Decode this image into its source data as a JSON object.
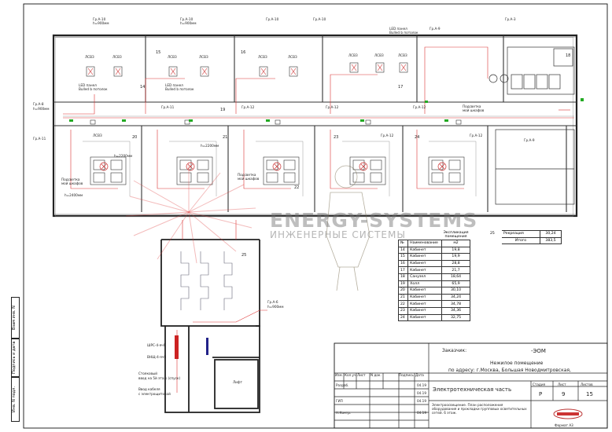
{
  "rooms": [
    "14",
    "15",
    "16",
    "17",
    "18",
    "19",
    "20",
    "21",
    "22",
    "23",
    "24",
    "25"
  ],
  "group_labels": [
    "Гр.А-10",
    "Гр.А-10",
    "Гр.А-10",
    "Гр.А-10",
    "Гр.А-9",
    "Гр.А-3",
    "Гр.А-8",
    "Гр.А-11",
    "Гр.А-11",
    "Гр.А-12",
    "Гр.А-12",
    "Гр.А-12",
    "Гр.А-12",
    "Гр.А-12",
    "Гр.А-9",
    "Гр.А-6"
  ],
  "height_labels": [
    "h=900мм",
    "h=2200мм",
    "h=2400мм",
    "h=2200мм"
  ],
  "fixture_labels": [
    "ЛСВЗ",
    "ЛСВЗ",
    "ЛСВЗ",
    "ЛСВЗ",
    "ЛСВЗ",
    "ЛСВЗ",
    "ЛСВЗ",
    "ЛСВЗ",
    "ЛСВЗ",
    "ЛСВЗ"
  ],
  "led_notes": [
    "LED панел",
    "Bulled b потолок",
    "LED панел",
    "Bulled b потолок",
    "LED панел",
    "Bulled b потолок"
  ],
  "cabinet_notes": [
    "Подсветка",
    "мой шкафов",
    "Подсветка",
    "мой шкафов",
    "Подсветка",
    "мой шкафов"
  ],
  "legend": {
    "shr": "ШРС-4-ячЯ",
    "vnsh": "ВНЩ-4-ячЯ",
    "riser_note": "Стояковый",
    "riser_note2": "ввод на 5й этаж (спуск)",
    "cable_note": "Ввод кабеля",
    "cable_note2": "с электрощитовой",
    "lift": "Лифт"
  },
  "watermark": {
    "line1": "ENERGY-SYSTEMS",
    "line2": "ИНЖЕНЕРНЫЕ СИСТЕМЫ"
  },
  "explication": {
    "title_line1": "Экспликация",
    "title_line2": "помещения",
    "headers": [
      "№",
      "Наименование",
      "м2"
    ],
    "rows": [
      [
        "14",
        "Кабинет",
        "19,8"
      ],
      [
        "15",
        "Кабинет",
        "19,9"
      ],
      [
        "16",
        "Кабинет",
        "28,8"
      ],
      [
        "17",
        "Кабинет",
        "21,7"
      ],
      [
        "18",
        "Санузел",
        "18,64"
      ],
      [
        "19",
        "Холл",
        "65,9"
      ],
      [
        "20",
        "Кабинет",
        "30,10"
      ],
      [
        "21",
        "Кабинет",
        "34,24"
      ],
      [
        "22",
        "Кабинет",
        "34,78"
      ],
      [
        "23",
        "Кабинет",
        "34,36"
      ],
      [
        "24",
        "Кабинет",
        "32,75"
      ]
    ]
  },
  "extra_table": {
    "rows": [
      [
        "25",
        "Рекреация",
        "30,24"
      ],
      [
        "",
        "Итого",
        "383,5"
      ]
    ]
  },
  "stamp": {
    "zakazchik_label": "Заказчик:",
    "zakazchik_value": "-ЭОМ",
    "address_line1": "Нежилое помещение",
    "address_line2": "по адресу: г.Москва, Большая Новодмитровская,",
    "col_headers": [
      "Изм.",
      "Кол.уч.",
      "Лист",
      "N док.",
      "Подпись",
      "Дата"
    ],
    "roles": [
      "Разраб.",
      "",
      "ГИП",
      "",
      "Н.Контр."
    ],
    "dates": [
      "04.19",
      "04.19",
      "04.19",
      "04.19"
    ],
    "part": "Электротехническая часть",
    "stage_label": "Стадия",
    "sheet_label": "Лист",
    "sheets_label": "Листов",
    "stage": "Р",
    "sheet": "9",
    "sheets": "15",
    "desc": "Электроосвещение. План расположения оборудования и прокладки групповых осветительных сетей. 6 этаж.",
    "format": "Формат А3"
  },
  "side_stamps": [
    "Инв. N подл.",
    "Подпись и дата",
    "Взам инв. N"
  ]
}
